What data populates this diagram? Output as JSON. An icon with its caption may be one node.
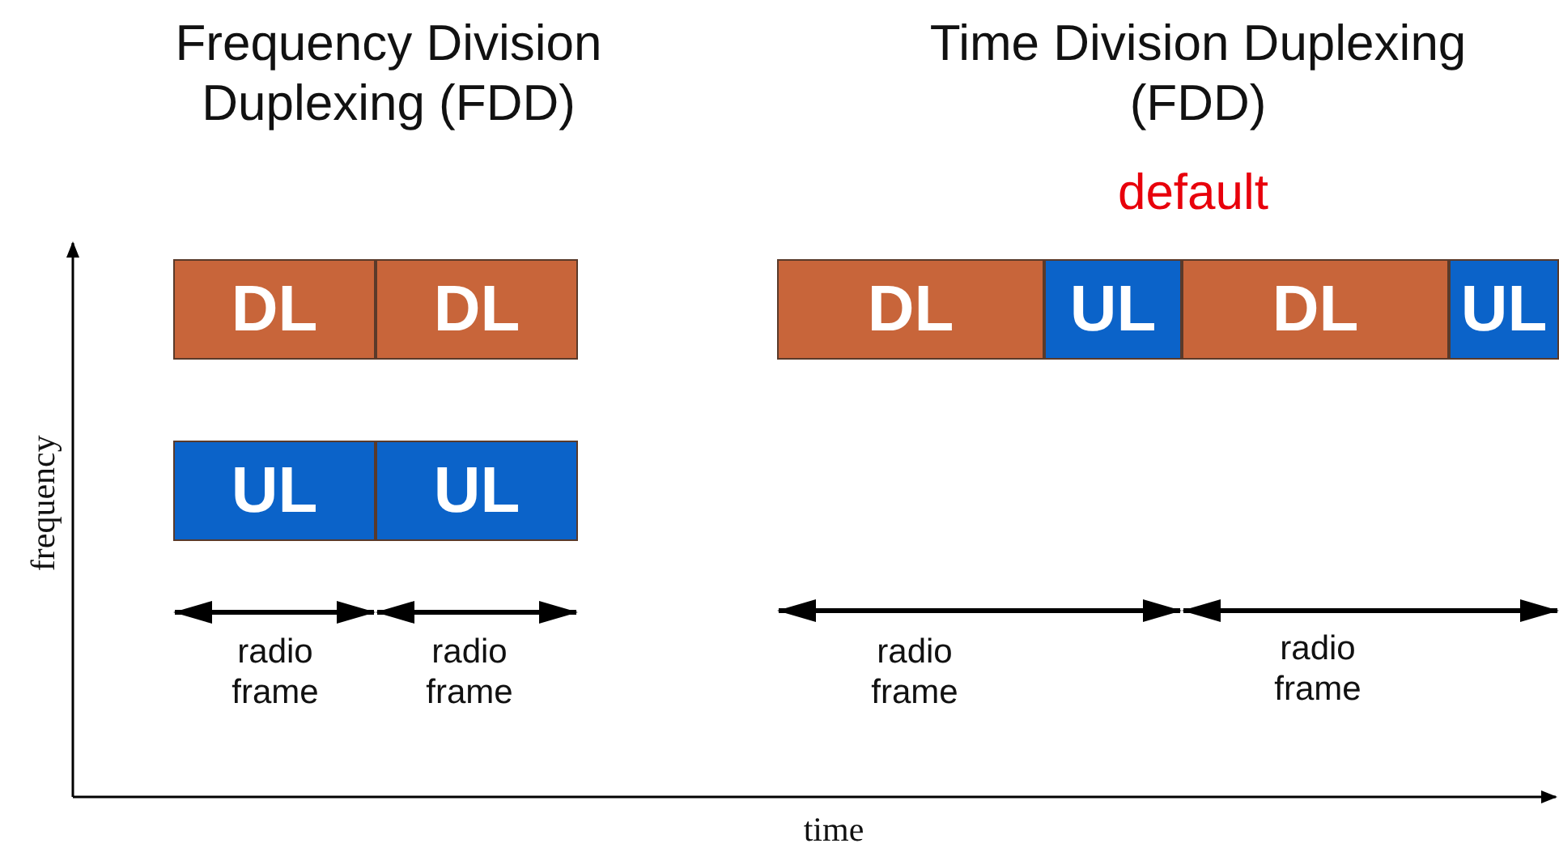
{
  "diagram": {
    "nodes": [
      {
        "text": [
          "DL"
        ]
      },
      {
        "text": [
          "DL"
        ]
      },
      {
        "text": [
          "UL"
        ]
      },
      {
        "text": [
          "UL"
        ]
      },
      {
        "text": [
          "DL"
        ]
      },
      {
        "text": [
          "UL"
        ]
      },
      {
        "text": [
          "DL"
        ]
      },
      {
        "text": [
          "UL"
        ]
      }
    ],
    "labels": [
      "Frequency Division Duplexing (FDD)",
      "Time Division Duplexing (FDD)",
      "default",
      "radio frame",
      "radio frame",
      "radio frame",
      "radio frame",
      "frequency",
      "time"
    ]
  }
}
